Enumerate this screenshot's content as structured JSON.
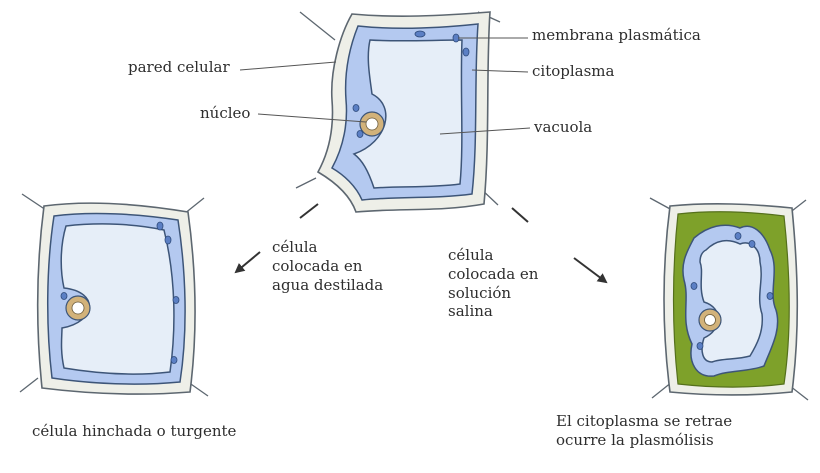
{
  "top_cell_labels": {
    "cell_wall": "pared celular",
    "nucleus": "núcleo",
    "plasma_membrane": "membrana plasmática",
    "cytoplasm": "citoplasma",
    "vacuole": "vacuola"
  },
  "conditions": {
    "distilled_water": [
      "célula",
      "colocada en",
      "agua destilada"
    ],
    "saline_solution": [
      "célula",
      "colocada en",
      "solución",
      "salina"
    ]
  },
  "results": {
    "turgid": "célula hinchada o turgente",
    "plasmolysis": [
      "El citoplasma se retrae",
      "ocurre la plasmólisis"
    ]
  },
  "colors": {
    "wall": "#eeefe8",
    "wall_outline": "#5d6770",
    "cytoplasm": "#b4c9f0",
    "vacuole": "#e6eef8",
    "membrane": "#3d5578",
    "nucleus_ring": "#d2b27a",
    "plasmolysis_space": "#7ea12a"
  }
}
